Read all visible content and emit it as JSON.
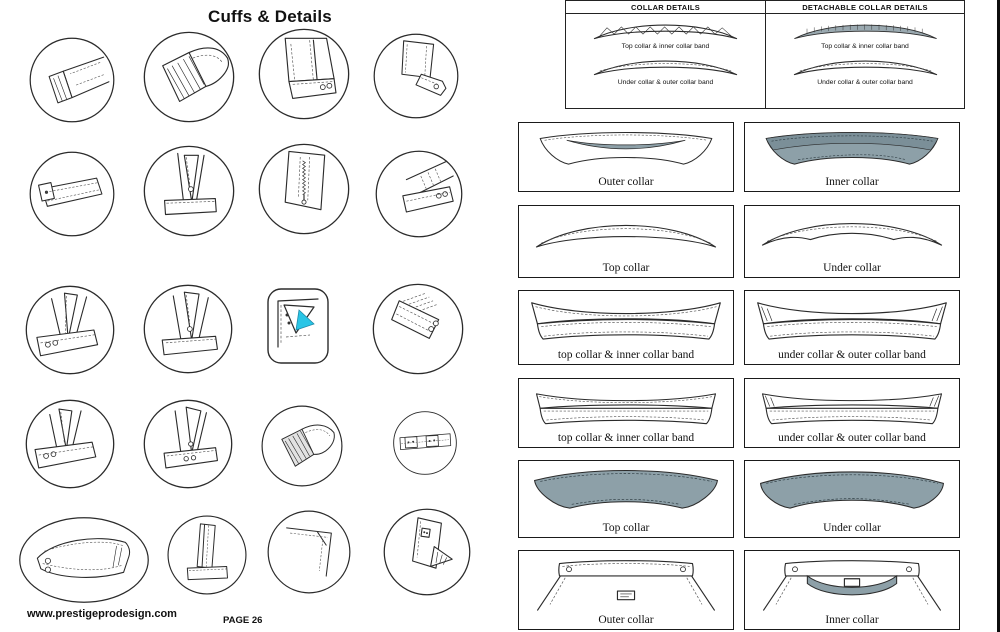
{
  "page": {
    "title": "Cuffs & Details",
    "footer": {
      "website": "www.prestigeprodesign.com",
      "page_label": "PAGE 26"
    }
  },
  "colors": {
    "gray_blue": "#8da0a8",
    "highlight_cyan": "#29c5e6",
    "line": "#2b2b2b"
  },
  "cuff_gallery": {
    "items": [
      {
        "name": "knit-cuff-sleeve-icon"
      },
      {
        "name": "ribbed-knit-cuff-icon"
      },
      {
        "name": "two-button-barrel-cuff-icon"
      },
      {
        "name": "tab-button-cuff-icon"
      },
      {
        "name": "buckle-strap-cuff-icon"
      },
      {
        "name": "pointed-placket-cuff-icon"
      },
      {
        "name": "zipper-cuff-icon"
      },
      {
        "name": "gathered-two-button-cuff-icon"
      },
      {
        "name": "corner-placket-button-cuff-icon"
      },
      {
        "name": "pointed-placket-button-cuff-icon"
      },
      {
        "name": "placket-highlight-detail-icon"
      },
      {
        "name": "topstitched-corner-cuff-icon"
      },
      {
        "name": "buttoned-corner-cuff-icon"
      },
      {
        "name": "pointed-placket-two-button-cuff-icon"
      },
      {
        "name": "dark-ribbed-knit-cuff-icon"
      },
      {
        "name": "double-tab-strap-cuff-icon"
      },
      {
        "name": "wide-two-button-cuff-icon"
      },
      {
        "name": "vertical-placket-cuff-icon"
      },
      {
        "name": "mitered-corner-cuff-icon"
      },
      {
        "name": "folded-placket-button-cuff-icon"
      }
    ]
  },
  "collar_table": {
    "columns": [
      {
        "header": "COLLAR DETAILS",
        "figures": [
          {
            "label": "Top collar & inner collar band"
          },
          {
            "label": "Under collar & outer collar band"
          }
        ]
      },
      {
        "header": "DETACHABLE COLLAR DETAILS",
        "figures": [
          {
            "label": "Top collar & inner collar band"
          },
          {
            "label": "Under collar & outer collar band"
          }
        ]
      }
    ]
  },
  "collar_grid": {
    "cells": [
      {
        "label": "Outer collar"
      },
      {
        "label": "Inner collar"
      },
      {
        "label": "Top collar"
      },
      {
        "label": "Under collar"
      },
      {
        "label": "top collar & inner collar band"
      },
      {
        "label": "under collar & outer collar band"
      },
      {
        "label": "top collar & inner collar band"
      },
      {
        "label": "under collar & outer collar band"
      },
      {
        "label": "Top collar"
      },
      {
        "label": "Under collar"
      },
      {
        "label": "Outer collar"
      },
      {
        "label": "Inner collar"
      }
    ]
  }
}
